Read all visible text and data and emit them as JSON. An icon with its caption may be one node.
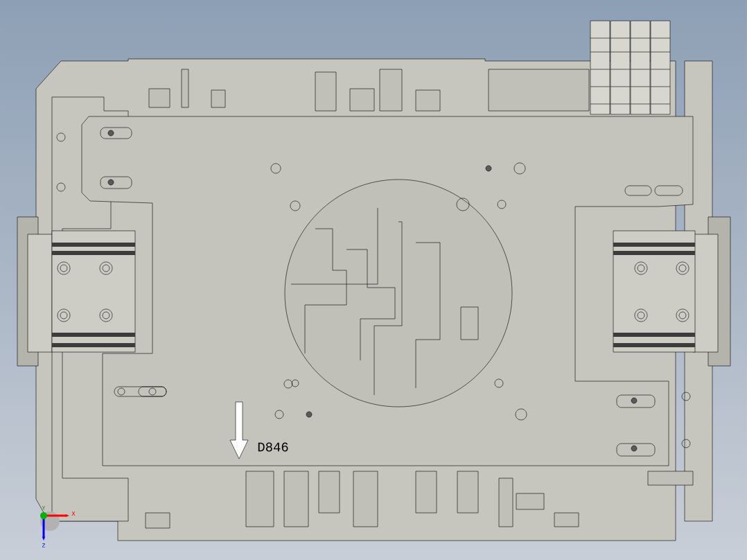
{
  "diagram": {
    "labels": [
      "D846",
      "Y",
      "X",
      "Z"
    ]
  }
}
